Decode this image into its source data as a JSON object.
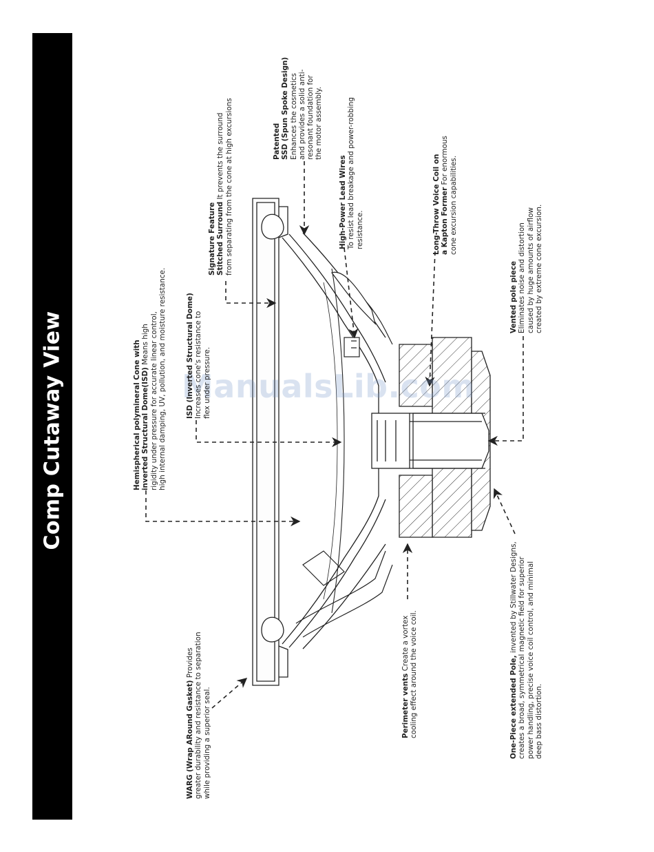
{
  "page": {
    "title": "Comp Cutaway View",
    "watermark": "ManualsLib.com"
  },
  "labels": {
    "warg": {
      "bold": "WARG (Wrap ARound Gasket)",
      "line1_rest": " Provides",
      "line2": "greater durability and resistance to separation",
      "line3": "while providing a superior seal."
    },
    "cone": {
      "line1": "Hemispherical polymineral Cone with",
      "line2_bold": "inverted Structural Dome(ISD)",
      "line2_rest": " Means high",
      "line3": "rigidity under pressure for accurate linear control,",
      "line4": "high internal damping, UV, pollution, and moisture resistance."
    },
    "isd": {
      "line1": "ISD (Inverted Structural Dome)",
      "line2": "Increases cone's resistance to",
      "line3": "flex under pressure."
    },
    "stitched": {
      "line1": "Signature Feature",
      "line2_bold": "Stitched Surround",
      "line2_rest": " It prevents the surround",
      "line3": "from separating from the cone at high excursions"
    },
    "ssd": {
      "line1": "Patented",
      "line2": "SSD (Spun Spoke Design)",
      "line3": "Enhances the cosmetics",
      "line4": "and provides a solid anti-",
      "line5": "resonant foundation for",
      "line6": "the motor assembly."
    },
    "wires": {
      "line1": "High-Power Lead Wires",
      "line2": "To resist lead breakage and power-robbing",
      "line3": "resistance."
    },
    "voicecoil": {
      "line1": "Long-Throw Voice Coil on",
      "line2_bold": "a Kapton Former",
      "line2_rest": " For enormous",
      "line3": "cone excursion capabilities."
    },
    "vented": {
      "line1": "Vented pole piece",
      "line2": "Eliminates noise and distortion",
      "line3": "caused by huge amounts of airflow",
      "line4": "created by extreme cone excursion."
    },
    "perimeter": {
      "bold": "Perimeter vents",
      "line1_rest": " Create a vortex",
      "line2": "cooling effect around the voice coil."
    },
    "onepiece": {
      "bold": "One-Piece extended Pole,",
      "line1_rest": " invented by Stillwater Designs,",
      "line2": "creates a broad, symmetrical magnetic field for superior",
      "line3": "power handling, precise voice coil control, and minimal",
      "line4": "deep bass distortion."
    }
  }
}
